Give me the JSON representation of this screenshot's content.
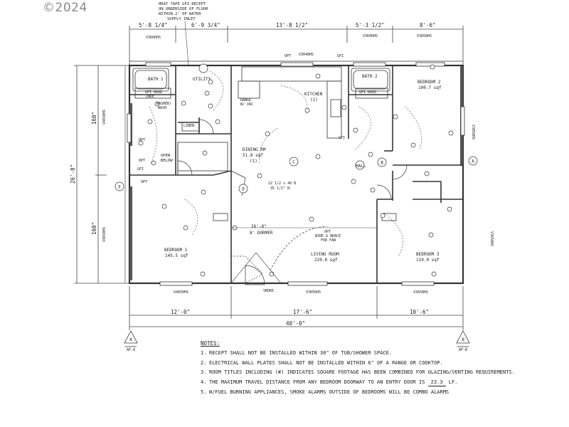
{
  "copyright": "©2024",
  "heat_tape_note": [
    "HEAT TAPE GFI RECEPT",
    "ON UNDERSIDE OF FLOOR",
    "WITHIN 2' OF WATER",
    "SUPPLY INLET"
  ],
  "dims_top": [
    "5'-8 1/4\"",
    "6'-9 3/4\"",
    "13'-8 1/2\"",
    "5'-3 1/2\"",
    "8'-6\""
  ],
  "dims_bottom": [
    "12'-0\"",
    "17'-6\"",
    "10'-6\"",
    "40'-0\""
  ],
  "dims_left": [
    "160\"",
    "26'-8\"",
    "160\""
  ],
  "rooms": {
    "bath1": "BATH 1",
    "utility": "UTILITY",
    "kitchen": "KITCHEN",
    "kitchen_sub": "(1)",
    "bath2": "BATH 2",
    "bedroom2": "BEDROOM 2",
    "bedroom2_area": "100.7 sqf",
    "dining": "DINING RM",
    "dining_area": "51.8 sqf",
    "dining_sub": "(1)",
    "linen": "LINEN",
    "hall": "HALL",
    "open_below": [
      "OPEN",
      "BELOW"
    ],
    "bedroom1": "BEDROOM 1",
    "bedroom1_area": "145.5 sqf",
    "living": "LIVING ROOM",
    "living_area": "220.8 sqf",
    "bedroom3": "BEDROOM 3",
    "bedroom3_area": "110.0 sqf"
  },
  "labels": {
    "dormer_width": "26'-8\"",
    "dormer": "8' DORMER",
    "fan_note": [
      "OPT",
      "WIRE & BRACE",
      "FOR FAN"
    ],
    "washer": [
      "WASHER/",
      "WASH"
    ],
    "range": [
      "RANGE",
      "W/ VAC"
    ],
    "dims_small": [
      "22 1/2 x 40 B",
      "35 1/2\" B."
    ],
    "gfi_hood": [
      "GFI HOOD",
      "INDE"
    ],
    "vent_ids": [
      "V3606HS",
      "V3048HS",
      "V3606HS",
      "V3858HS",
      "V4650HS",
      "V3650HS",
      "V4650HS",
      "V3056HS",
      "V3658HS"
    ],
    "tags": [
      "GFI",
      "OPT",
      "GFI",
      "OPT",
      "GFI",
      "OPT",
      "A",
      "B",
      "C",
      "D",
      "E"
    ],
    "smoke": "SMOKE",
    "section_marks": [
      "A",
      "B"
    ],
    "section_sub": [
      "AF-A",
      "AF-B"
    ]
  },
  "notes": {
    "header": "NOTES:",
    "items": [
      {
        "num": "1.",
        "text": "RECEPT SHALL NOT BE INSTALLED WITHIN 30\" OF TUB/SHOWER SPACE."
      },
      {
        "num": "2.",
        "text": "ELECTRICAL WALL PLATES SHALL NOT BE INSTALLED WITHIN 6\" OF A RANGE OR COOKTOP."
      },
      {
        "num": "3.",
        "text": "ROOM TITLES INCLUDING (#) INDICATES SQUARE FOOTAGE HAS BEEN COMBINED FOR GLAZING/VENTING REQUIREMENTS."
      },
      {
        "num": "4.",
        "text_a": "THE MAXIMUM TRAVEL DISTANCE FROM ANY BEDROOM DOORWAY TO AN ENTRY DOOR IS",
        "value": "23.3",
        "text_b": "LF."
      },
      {
        "num": "5.",
        "text": "W/FUEL BURNING APPLIANCES, SMOKE ALARMS OUTSIDE OF BEDROOMS WILL BE COMBO ALARMS"
      }
    ]
  }
}
